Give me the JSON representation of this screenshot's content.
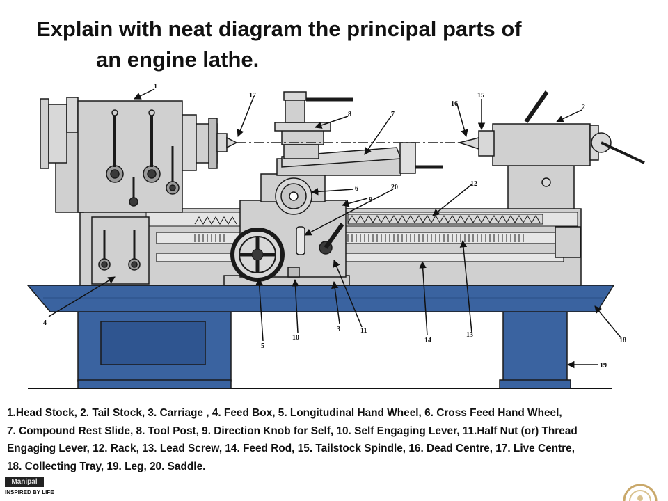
{
  "title": {
    "line1": "Explain with neat diagram the principal parts of",
    "line2": "an engine lathe."
  },
  "diagram": {
    "callouts": [
      "1",
      "2",
      "3",
      "4",
      "5",
      "6",
      "7",
      "8",
      "9",
      "10",
      "11",
      "12",
      "13",
      "14",
      "15",
      "16",
      "17",
      "18",
      "19",
      "20"
    ],
    "colors": {
      "bed": "#3a63a0",
      "body": "#d0d0d0",
      "outline": "#1a1a1a",
      "inner": "#e8e8e8"
    }
  },
  "legend": {
    "lines": [
      "1.Head Stock, 2. Tail Stock, 3. Carriage , 4. Feed Box, 5. Longitudinal Hand Wheel, 6. Cross Feed Hand Wheel,",
      "7. Compound Rest Slide, 8. Tool Post, 9. Direction Knob for Self, 10. Self Engaging Lever, 11.Half Nut (or) Thread",
      "Engaging Lever, 12. Rack, 13. Lead Screw, 14. Feed Rod, 15. Tailstock Spindle, 16. Dead Centre, 17. Live Centre,",
      "18. Collecting Tray, 19. Leg, 20. Saddle."
    ]
  },
  "footer": {
    "logo_top": "Manipal",
    "logo_bottom": "INSPIRED BY LIFE"
  }
}
